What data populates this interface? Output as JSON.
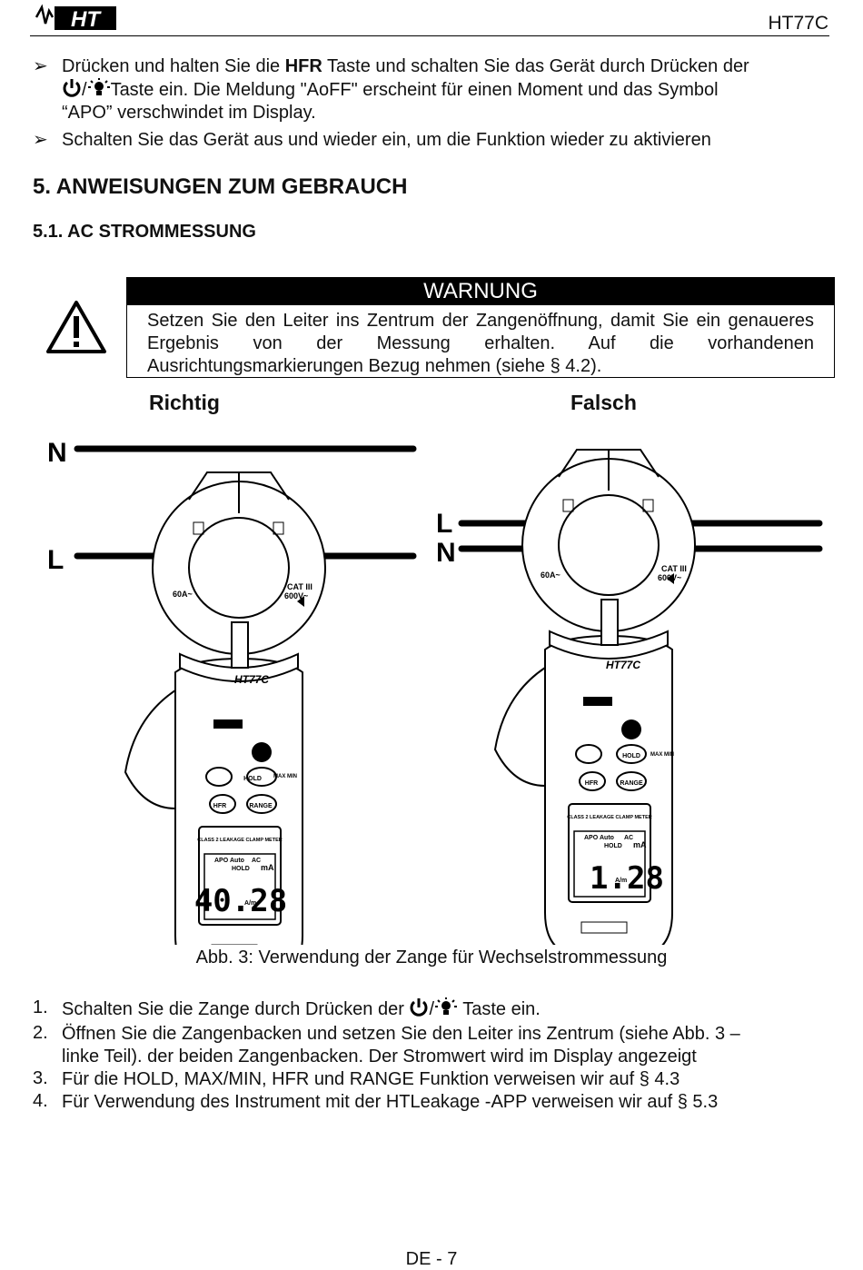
{
  "header": {
    "model": "HT77C",
    "logo_text": "HT"
  },
  "bullets": [
    {
      "pre": "Drücken und halten Sie die ",
      "bold": "HFR",
      "mid": " Taste und schalten Sie das Gerät durch Drücken der",
      "line2": "Taste ein. Die Meldung \"AoFF\" erscheint für einen Moment und das Symbol",
      "line3": "“APO” verschwindet im Display."
    },
    {
      "text": "Schalten Sie das Gerät aus und wieder ein, um die Funktion wieder zu aktivieren"
    }
  ],
  "section_title": "5.  ANWEISUNGEN ZUM GEBRAUCH",
  "subsection_title": "5.1.  AC STROMMESSUNG",
  "warning": {
    "title": "WARNUNG",
    "text": "Setzen Sie den Leiter ins Zentrum der Zangenöffnung, damit Sie ein genaueres Ergebnis von der Messung erhalten. Auf die vorhandenen Ausrichtungsmarkierungen Bezug nehmen (siehe § 4.2)."
  },
  "figure": {
    "label_correct": "Richtig",
    "label_wrong": "Falsch",
    "conductor_n": "N",
    "conductor_l": "L",
    "clamp": {
      "model": "HT77C",
      "range": "60A~",
      "cat": "CAT III",
      "volt": "600V~",
      "btn_hold": "HOLD",
      "btn_maxmin": "MAX MIN",
      "btn_hfr": "HFR",
      "btn_range": "RANGE",
      "meter_label": "CLASS 2 LEAKAGE CLAMP METER",
      "apo": "APO",
      "auto": "Auto",
      "ac": "AC",
      "hold": "HOLD",
      "unit": "mA",
      "badge": "A/m"
    },
    "reading_correct": "40.28",
    "reading_wrong": "1.28",
    "caption": "Abb. 3: Verwendung der Zange für Wechselstrommessung"
  },
  "steps": [
    {
      "num": "1.",
      "pre": "Schalten Sie die Zange durch Drücken der",
      "post": "Taste ein."
    },
    {
      "num": "2.",
      "text": "Öffnen Sie die Zangenbacken und setzen Sie den Leiter ins Zentrum (siehe Abb. 3 –",
      "text2": "linke Teil). der beiden Zangenbacken. Der Stromwert wird im Display angezeigt"
    },
    {
      "num": "3.",
      "text": "Für die  HOLD, MAX/MIN, HFR und RANGE Funktion verweisen wir auf § 4.3"
    },
    {
      "num": "4.",
      "text": "Für Verwendung des Instrument mit der HTLeakage -APP verweisen wir auf §  5.3"
    }
  ],
  "footer": "DE - 7"
}
